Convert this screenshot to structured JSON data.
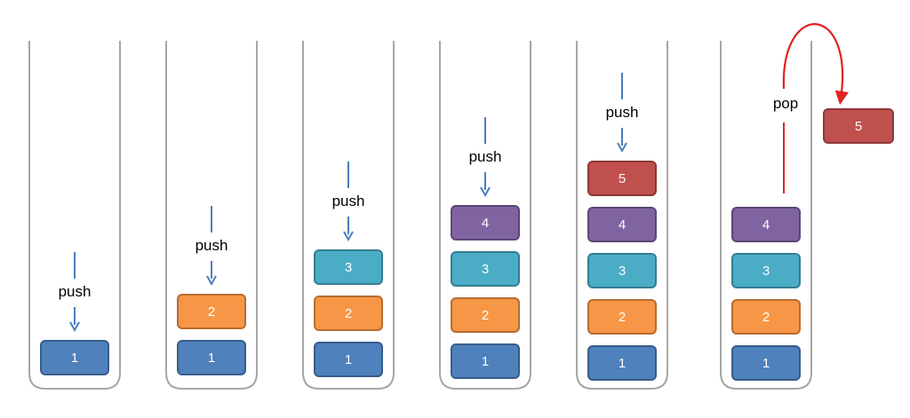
{
  "colors": {
    "background": "#ffffff",
    "container_stroke": "#a6a6a6",
    "arrow": "#4a7ebb",
    "pop_arrow": "#e02222",
    "label_text": "#000000",
    "block_text": "#ffffff",
    "blocks": {
      "1": {
        "fill": "#4f81bd",
        "stroke": "#385d8a"
      },
      "2": {
        "fill": "#f79646",
        "stroke": "#b66d31"
      },
      "3": {
        "fill": "#4bacc6",
        "stroke": "#357d91"
      },
      "4": {
        "fill": "#8064a2",
        "stroke": "#5c4776"
      },
      "5": {
        "fill": "#c0504d",
        "stroke": "#8c3836"
      }
    }
  },
  "stacks": [
    {
      "op": "push",
      "items": [
        "1"
      ]
    },
    {
      "op": "push",
      "items": [
        "1",
        "2"
      ]
    },
    {
      "op": "push",
      "items": [
        "1",
        "2",
        "3"
      ]
    },
    {
      "op": "push",
      "items": [
        "1",
        "2",
        "3",
        "4"
      ]
    },
    {
      "op": "push",
      "items": [
        "1",
        "2",
        "3",
        "4",
        "5"
      ]
    },
    {
      "op": "pop",
      "items": [
        "1",
        "2",
        "3",
        "4"
      ],
      "popped": "5"
    }
  ]
}
